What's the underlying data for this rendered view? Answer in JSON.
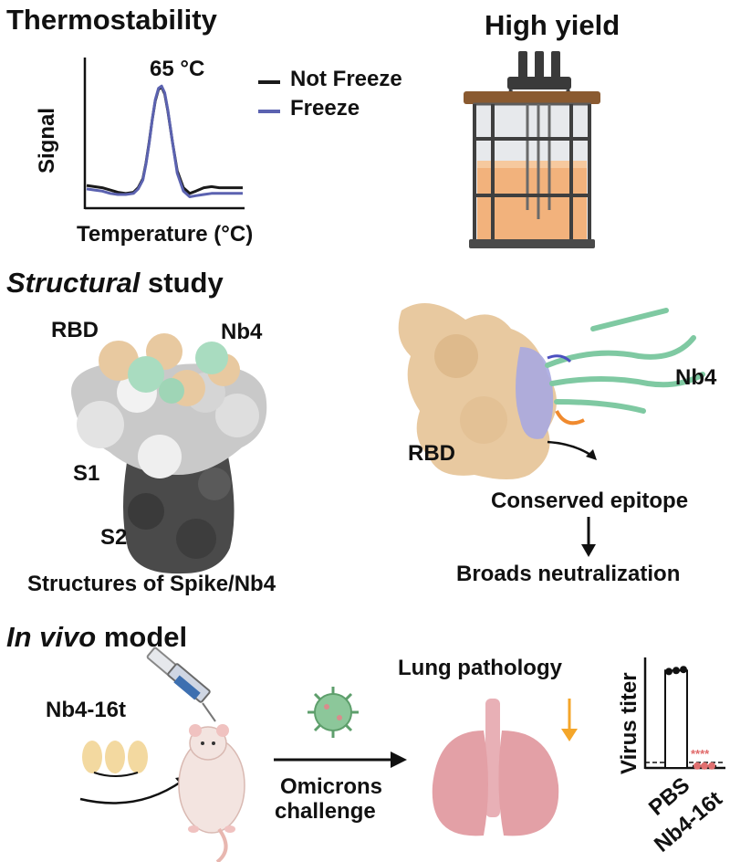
{
  "sections": {
    "thermo": {
      "title": "Thermostability",
      "peak_label": "65 °C",
      "ylabel": "Signal",
      "xlabel": "Temperature (°C)",
      "legend": [
        "Not Freeze",
        "Freeze"
      ]
    },
    "yield": {
      "title": "High yield"
    },
    "structural": {
      "title_italic": "Structural",
      "title_rest": " study",
      "spike_labels": {
        "rbd": "RBD",
        "nb4": "Nb4",
        "s1": "S1",
        "s2": "S2"
      },
      "spike_caption": "Structures of Spike/Nb4",
      "complex_labels": {
        "rbd": "RBD",
        "nb4": "Nb4"
      },
      "epitope": "Conserved epitope",
      "outcome": "Broads neutralization"
    },
    "invivo": {
      "title_italic": "In vivo",
      "title_rest": " model",
      "drug": "Nb4-16t",
      "challenge_line1": "Omicrons",
      "challenge_line2": "challenge",
      "lung": "Lung pathology",
      "virus_ylabel": "Virus titer",
      "groups": [
        "PBS",
        "Nb4-16t"
      ],
      "significance": "****"
    }
  },
  "colors": {
    "not_freeze": "#1a1a1a",
    "freeze": "#5b62b0",
    "rbd": "#e8c9a0",
    "nb4": "#a9dcc0",
    "epitope": "#a9a8e0",
    "lung": "#e3a0a6",
    "arrow_down": "#f4a62a",
    "bioreactor_liquid": "#f2b27c",
    "mouse": "#f3e4e0",
    "virus": "#8cc79a"
  },
  "chart_data": [
    {
      "type": "line",
      "title": "Thermostability",
      "xlabel": "Temperature (°C)",
      "ylabel": "Signal",
      "x": [
        0,
        5,
        10,
        15,
        20,
        25,
        30,
        33,
        36,
        38,
        40,
        42,
        44,
        46,
        48,
        50,
        52,
        55,
        58,
        62,
        66,
        70,
        75,
        80,
        85,
        90,
        95,
        100
      ],
      "series": [
        {
          "name": "Not Freeze",
          "values": [
            0.12,
            0.11,
            0.1,
            0.08,
            0.06,
            0.05,
            0.06,
            0.1,
            0.18,
            0.32,
            0.5,
            0.7,
            0.87,
            0.97,
            0.99,
            0.93,
            0.78,
            0.5,
            0.25,
            0.1,
            0.05,
            0.07,
            0.1,
            0.11,
            0.1,
            0.1,
            0.1,
            0.1
          ]
        },
        {
          "name": "Freeze",
          "values": [
            0.09,
            0.08,
            0.07,
            0.05,
            0.04,
            0.04,
            0.05,
            0.09,
            0.17,
            0.31,
            0.49,
            0.7,
            0.88,
            0.98,
            1.0,
            0.94,
            0.79,
            0.5,
            0.23,
            0.07,
            0.02,
            0.03,
            0.04,
            0.05,
            0.05,
            0.05,
            0.05,
            0.05
          ]
        }
      ],
      "peak_label": "65 °C",
      "ylim": [
        0,
        1.05
      ]
    },
    {
      "type": "bar",
      "ylabel": "Virus titer",
      "categories": [
        "PBS",
        "Nb4-16t"
      ],
      "values": [
        0.97,
        0.02
      ],
      "points": [
        [
          0.96,
          0.97,
          0.98
        ],
        [
          0.02,
          0.02,
          0.02
        ]
      ],
      "ylim": [
        0,
        1.1
      ],
      "significance": "****"
    }
  ]
}
